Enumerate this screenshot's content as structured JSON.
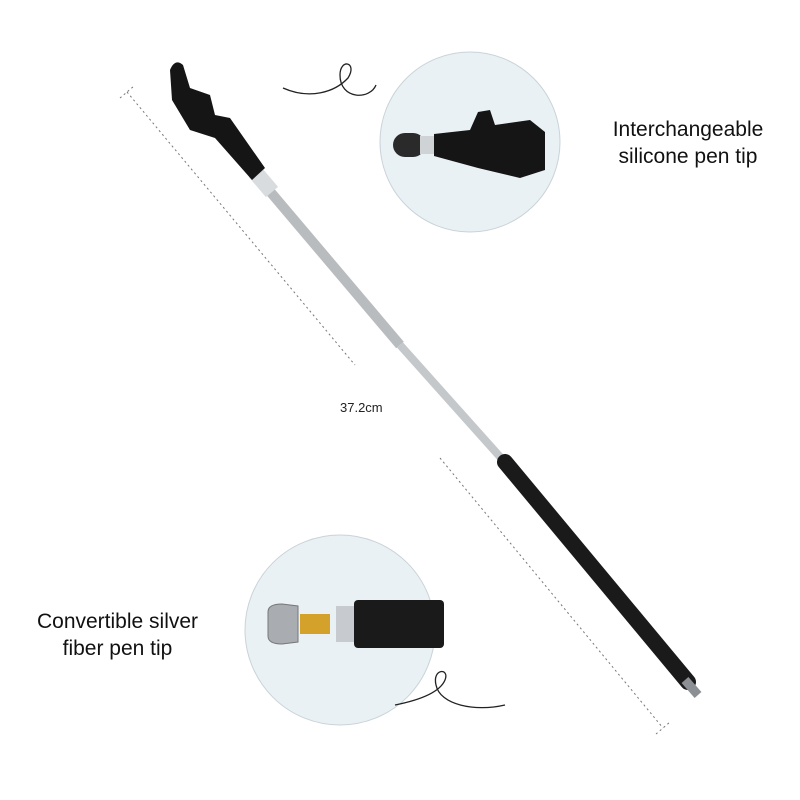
{
  "callouts": {
    "top": {
      "line1": "Interchangeable",
      "line2": "silicone pen tip"
    },
    "bottom": {
      "line1": "Convertible silver",
      "line2": "fiber pen tip"
    }
  },
  "measurement": "37.2cm",
  "colors": {
    "circle_fill": "#e9f1f5",
    "pen_black": "#1a1a1a",
    "rod_silver": "#b9bcbf",
    "brass": "#d4a12a"
  }
}
